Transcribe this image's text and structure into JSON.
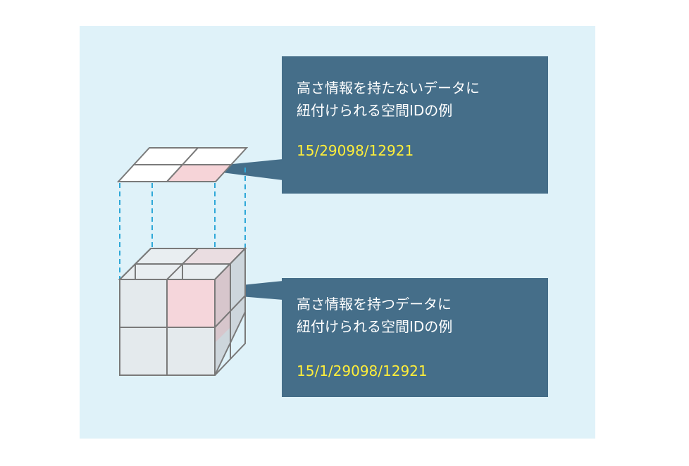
{
  "callouts": {
    "top": {
      "line1": "高さ情報を持たないデータに",
      "line2": "紐付けられる空間IDの例",
      "code": "15/29098/12921"
    },
    "bottom": {
      "line1": "高さ情報を持つデータに",
      "line2": "紐付けられる空間IDの例",
      "code": "15/1/29098/12921"
    }
  },
  "colors": {
    "background": "#dff2f9",
    "callout": "#456e89",
    "code_text": "#ffee3a",
    "highlight": "#f6d4d8",
    "grid_line": "#7a7a7a",
    "dashed_line": "#2ea8d8"
  }
}
